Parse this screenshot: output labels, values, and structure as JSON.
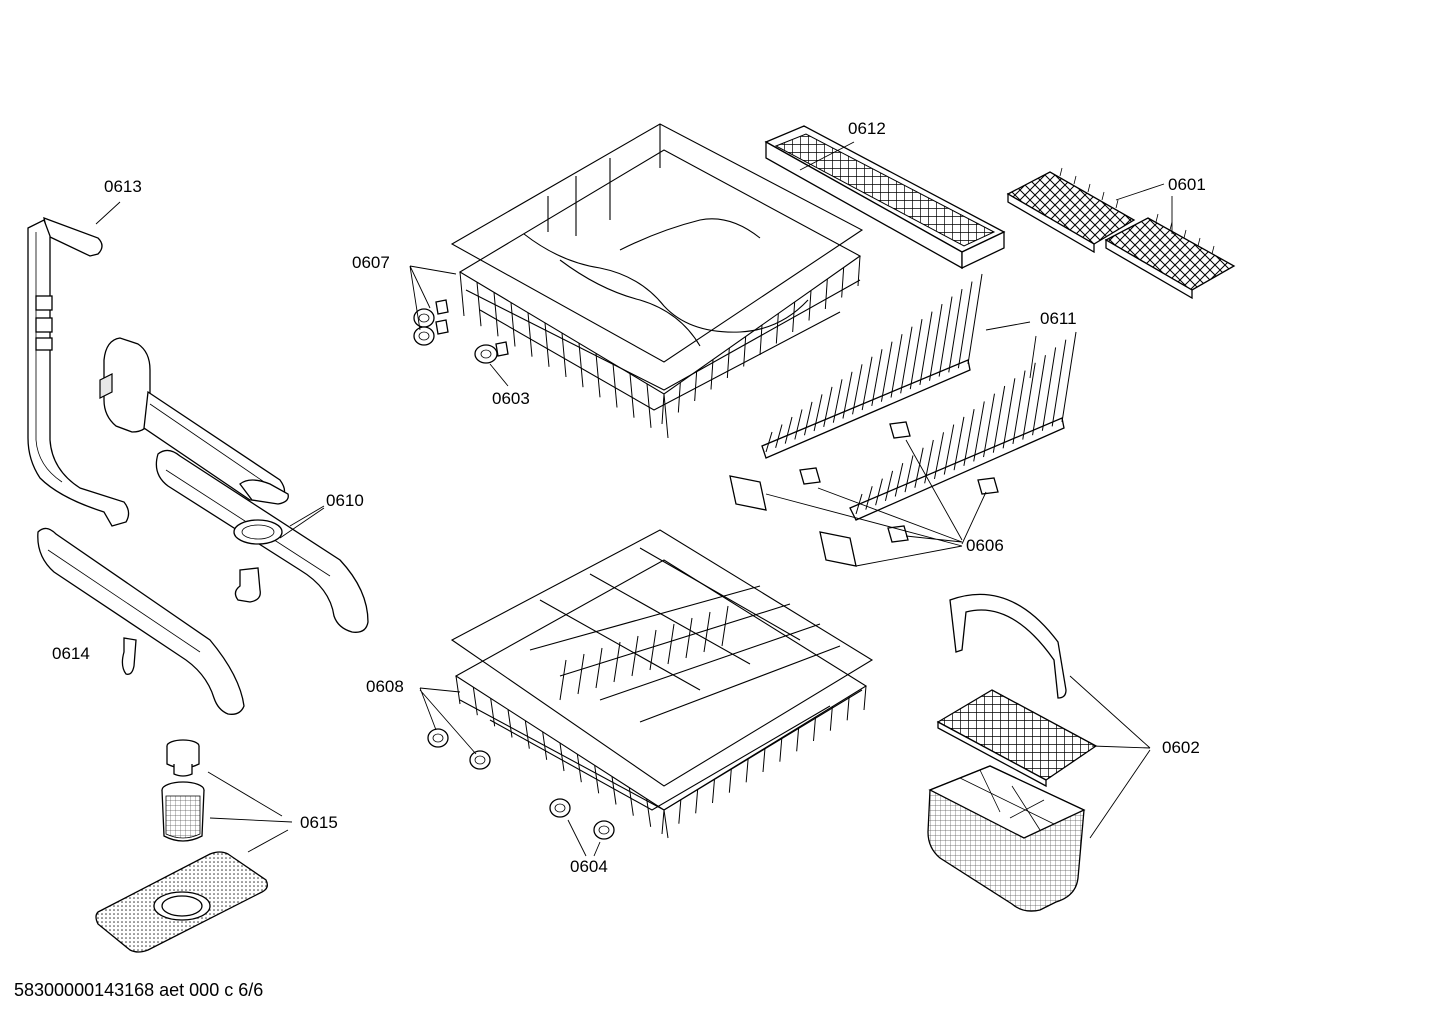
{
  "labels": {
    "p0601": "0601",
    "p0602": "0602",
    "p0603": "0603",
    "p0604": "0604",
    "p0606": "0606",
    "p0607": "0607",
    "p0608": "0608",
    "p0610": "0610",
    "p0611": "0611",
    "p0612": "0612",
    "p0613": "0613",
    "p0614": "0614",
    "p0615": "0615"
  },
  "footer": "58300000143168 aet 000 c 6/6"
}
